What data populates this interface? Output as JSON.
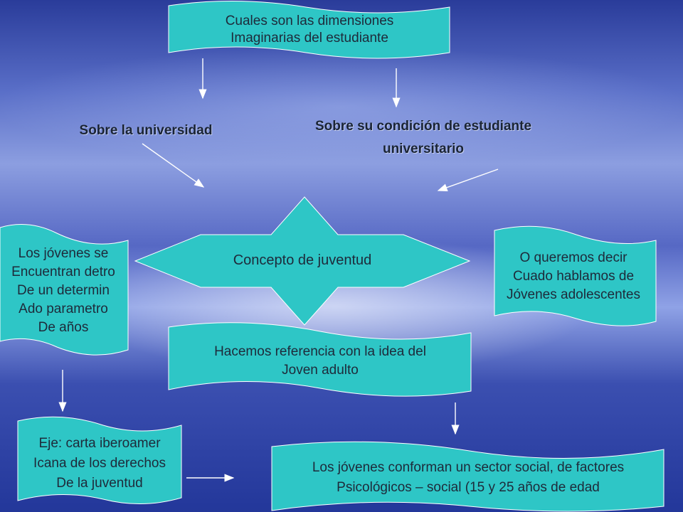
{
  "colors": {
    "box": "#2ec6c6",
    "arrow": "#ffffff"
  },
  "boxes": {
    "top": "Cuales son las dimensiones\nImaginarias del estudiante",
    "left": "Los jóvenes se\nEncuentran detro\nDe un determin\nAdo parametro\nDe años",
    "right": "O queremos decir\nCuado hablamos de\nJóvenes adolescentes",
    "bottom_center": "Hacemos referencia con la idea del\nJoven adulto",
    "bottom_left": "Eje: carta iberoamer\nIcana de los derechos\nDe la juventud",
    "bottom_right": "Los jóvenes conforman un sector social, de factores\nPsicológicos – social (15 y 25 años de edad"
  },
  "labels": {
    "universidad": "Sobre la universidad",
    "condicion": "Sobre su condición de estudiante\nuniversitario"
  },
  "center": {
    "label": "Concepto de juventud"
  }
}
